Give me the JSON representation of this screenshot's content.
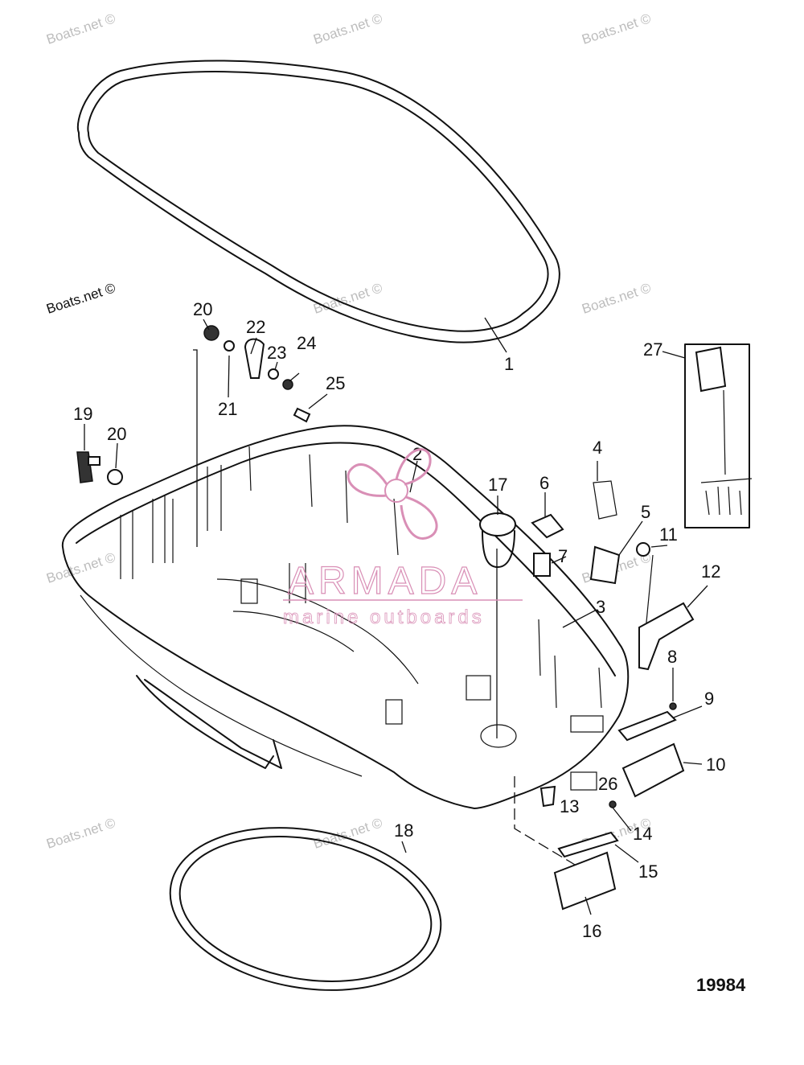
{
  "watermark": {
    "text": "Boats.net ©"
  },
  "brand": {
    "name": "ARMADA",
    "tagline": "marine outboards"
  },
  "figure_number": "19984",
  "callouts": {
    "c1": "1",
    "c2": "2",
    "c3": "3",
    "c4": "4",
    "c5": "5",
    "c6": "6",
    "c7": "7",
    "c8": "8",
    "c9": "9",
    "c10": "10",
    "c11": "11",
    "c12": "12",
    "c13": "13",
    "c14": "14",
    "c15": "15",
    "c16": "16",
    "c17": "17",
    "c18": "18",
    "c19": "19",
    "c20a": "20",
    "c20b": "20",
    "c21": "21",
    "c22": "22",
    "c23": "23",
    "c24": "24",
    "c25": "25",
    "c26": "26",
    "c27": "27"
  }
}
